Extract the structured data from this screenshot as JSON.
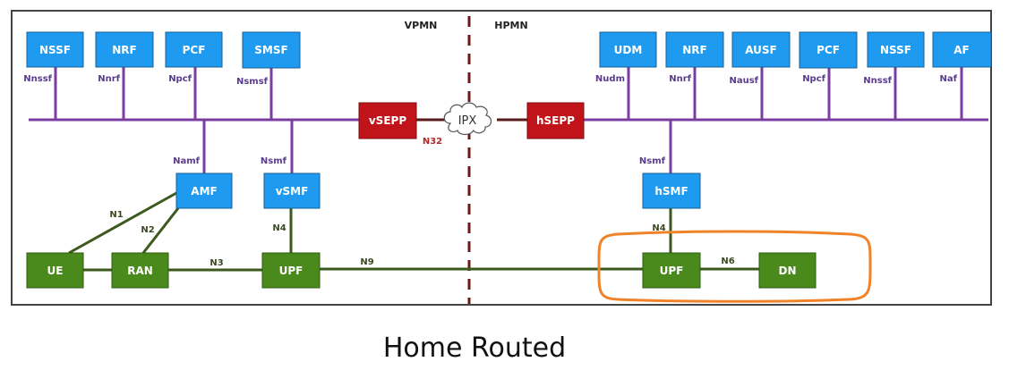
{
  "title": "Home Routed",
  "regions": {
    "visited": "VPMN",
    "home": "HPMN"
  },
  "colors": {
    "control_plane_nf": "#1e9bf0",
    "user_plane_node": "#4a8a1c",
    "sepp": "#c0141a",
    "sbi_bus": "#7a3ea0",
    "user_plane_link": "#3d5a1e",
    "n32_link": "#5a1a1a",
    "boundary": "#6b1a1a",
    "highlight": "#f0832a"
  },
  "visited_nfs": [
    {
      "name": "NSSF",
      "interface": "Nnssf"
    },
    {
      "name": "NRF",
      "interface": "Nnrf"
    },
    {
      "name": "PCF",
      "interface": "Npcf"
    },
    {
      "name": "SMSF",
      "interface": "Nsmsf"
    }
  ],
  "home_nfs": [
    {
      "name": "UDM",
      "interface": "Nudm"
    },
    {
      "name": "NRF",
      "interface": "Nnrf"
    },
    {
      "name": "AUSF",
      "interface": "Nausf"
    },
    {
      "name": "PCF",
      "interface": "Npcf"
    },
    {
      "name": "NSSF",
      "interface": "Nnssf"
    },
    {
      "name": "AF",
      "interface": "Naf"
    }
  ],
  "sepp": {
    "visited": "vSEPP",
    "home": "hSEPP",
    "interconnect": "IPX",
    "interface": "N32"
  },
  "visited_core": {
    "amf": {
      "name": "AMF",
      "interface": "Namf"
    },
    "smf": {
      "name": "vSMF",
      "interface": "Nsmf"
    }
  },
  "home_core": {
    "smf": {
      "name": "hSMF",
      "interface": "Nsmf"
    }
  },
  "user_plane": {
    "ue": "UE",
    "ran": "RAN",
    "vupf": "UPF",
    "hupf": "UPF",
    "dn": "DN"
  },
  "interfaces": {
    "n1": "N1",
    "n2": "N2",
    "n3": "N3",
    "n4_visited": "N4",
    "n4_home": "N4",
    "n6": "N6",
    "n9": "N9"
  }
}
